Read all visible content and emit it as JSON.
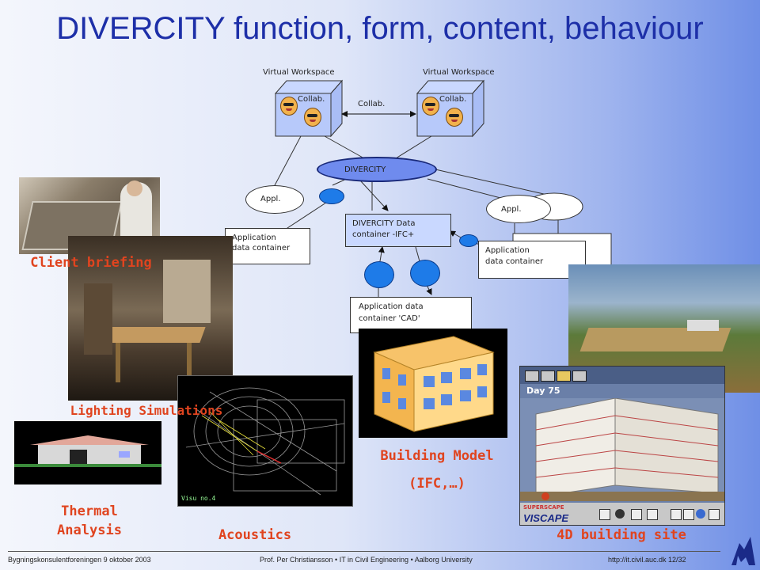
{
  "title": "DIVERCITY function, form, content, behaviour",
  "diagram": {
    "workspace_left": "Virtual Workspace",
    "workspace_right": "Virtual Workspace",
    "collab_left": "Collab.",
    "collab_right": "Collab.",
    "collab_link": "Collab.",
    "divercity": "DIVERCITY",
    "appl_left": "Appl.",
    "appl_right": "Appl.",
    "app_container_left_1": "Application",
    "app_container_left_2": "data container",
    "data_container_1": "DIVERCITY Data",
    "data_container_2": "container -IFC+",
    "app_container_right_1": "Application",
    "app_container_right_2": "data container",
    "cad_container_1": "Application data",
    "cad_container_2": "container 'CAD'"
  },
  "captions": {
    "client_briefing": "Client briefing",
    "lighting": "Lighting Simulations",
    "thermal_1": "Thermal",
    "thermal_2": "Analysis",
    "acoustics": "Acoustics",
    "building_model_1": "Building Model",
    "building_model_2": "(IFC,…)",
    "site_4d": "4D building site"
  },
  "viscape": {
    "day": "Day 75",
    "brand": "VISCAPE",
    "tagline": "SUPERSCAPE"
  },
  "acoustics_label": "Visu no.4",
  "footer": {
    "left": "Bygningskonsulentforeningen 9 oktober 2003",
    "center": "Prof. Per Christiansson • IT in Civil Engineering • Aalborg University",
    "right": "http://it.civil.auc.dk 12/32"
  }
}
